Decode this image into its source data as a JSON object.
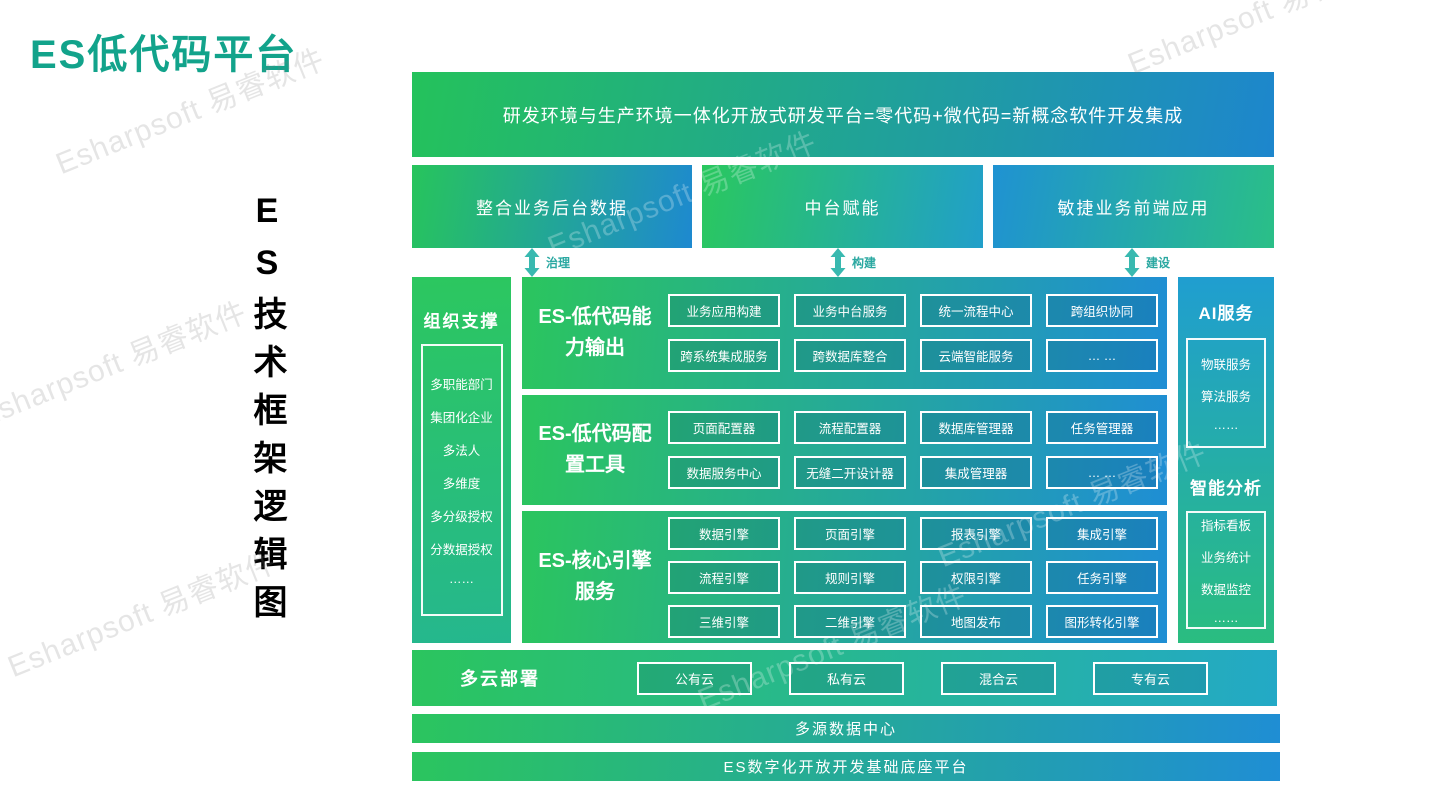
{
  "page_title": "ES低代码平台",
  "vertical_title": "ES技术框架逻辑图",
  "watermark": "Esharpsoft 易睿软件",
  "colors": {
    "green": "#2bc55e",
    "blue": "#1f8ed4",
    "arrow_teal": "#39b9b0",
    "title_teal": "#12a38b"
  },
  "top_banner": "研发环境与生产环境一体化开放式研发平台=零代码+微代码=新概念软件开发集成",
  "pillars": [
    {
      "label": "整合业务后台数据"
    },
    {
      "label": "中台赋能"
    },
    {
      "label": "敏捷业务前端应用"
    }
  ],
  "arrows": [
    {
      "label": "治理"
    },
    {
      "label": "构建"
    },
    {
      "label": "建设"
    }
  ],
  "org_panel": {
    "title": "组织支撑",
    "items": [
      "多职能部门",
      "集团化企业",
      "多法人",
      "多维度",
      "多分级授权",
      "分数据授权",
      "……"
    ]
  },
  "rows": [
    {
      "title": "ES-低代码能力输出",
      "cells": [
        "业务应用构建",
        "业务中台服务",
        "统一流程中心",
        "跨组织协同",
        "跨系统集成服务",
        "跨数据库整合",
        "云端智能服务",
        "… …"
      ]
    },
    {
      "title": "ES-低代码配置工具",
      "cells": [
        "页面配置器",
        "流程配置器",
        "数据库管理器",
        "任务管理器",
        "数据服务中心",
        "无缝二开设计器",
        "集成管理器",
        "… …"
      ]
    },
    {
      "title": "ES-核心引擎服务",
      "cells": [
        "数据引擎",
        "页面引擎",
        "报表引擎",
        "集成引擎",
        "流程引擎",
        "规则引擎",
        "权限引擎",
        "任务引擎",
        "三维引擎",
        "二维引擎",
        "地图发布",
        "图形转化引擎"
      ]
    }
  ],
  "ai_panel": {
    "title": "AI服务",
    "items": [
      "物联服务",
      "算法服务",
      "……"
    ]
  },
  "analysis_panel": {
    "title": "智能分析",
    "items": [
      "指标看板",
      "业务统计",
      "数据监控",
      "……"
    ]
  },
  "cloud_row": {
    "title": "多云部署",
    "items": [
      "公有云",
      "私有云",
      "混合云",
      "专有云"
    ]
  },
  "data_center_bar": "多源数据中心",
  "base_bar": "ES数字化开放开发基础底座平台"
}
